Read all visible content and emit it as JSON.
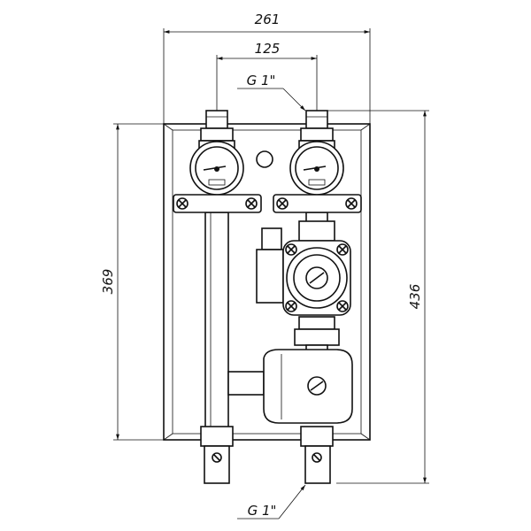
{
  "dimensions": {
    "overall_width": "261",
    "pipe_spacing": "125",
    "thread_top": "G 1\"",
    "thread_bottom": "G 1\"",
    "frame_height": "369",
    "overall_height": "436"
  },
  "colors": {
    "line": "#111111",
    "background": "#ffffff"
  },
  "icons": {
    "arrow": "dimension-arrow-icon",
    "gauge": "pressure-gauge-icon",
    "pump": "circulation-pump-icon",
    "screw": "screw-icon"
  }
}
